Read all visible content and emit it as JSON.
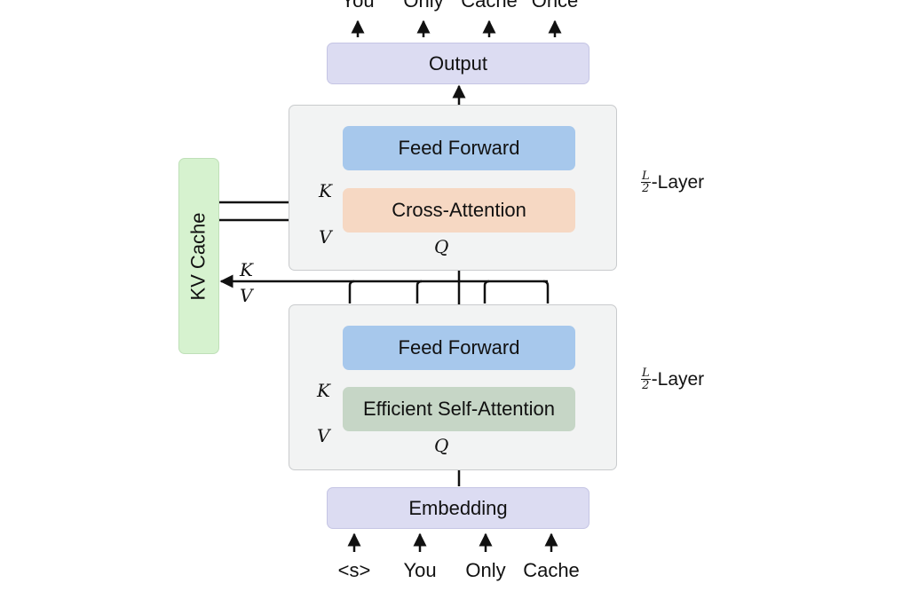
{
  "output_tokens": [
    "You",
    "Only",
    "Cache",
    "Once"
  ],
  "input_tokens": [
    "<s>",
    "You",
    "Only",
    "Cache"
  ],
  "output_label": "Output",
  "embedding_label": "Embedding",
  "kv_cache_label": "KV Cache",
  "upper_layer": {
    "feed_forward": "Feed Forward",
    "attention": "Cross-Attention",
    "layer_label": "-Layer",
    "fraction_num": "L",
    "fraction_den": "2"
  },
  "lower_layer": {
    "feed_forward": "Feed Forward",
    "attention": "Efficient Self-Attention",
    "layer_label": "-Layer",
    "fraction_num": "L",
    "fraction_den": "2"
  },
  "symbols": {
    "k": "K",
    "v": "V",
    "q": "Q"
  },
  "colors": {
    "io_box": "#dcdcf2",
    "feed_forward": "#a7c8ec",
    "cross_attention": "#f6d8c3",
    "self_attention": "#c6d6c6",
    "kv_cache": "#d6f2cf",
    "layer_panel": "#f2f3f3"
  }
}
